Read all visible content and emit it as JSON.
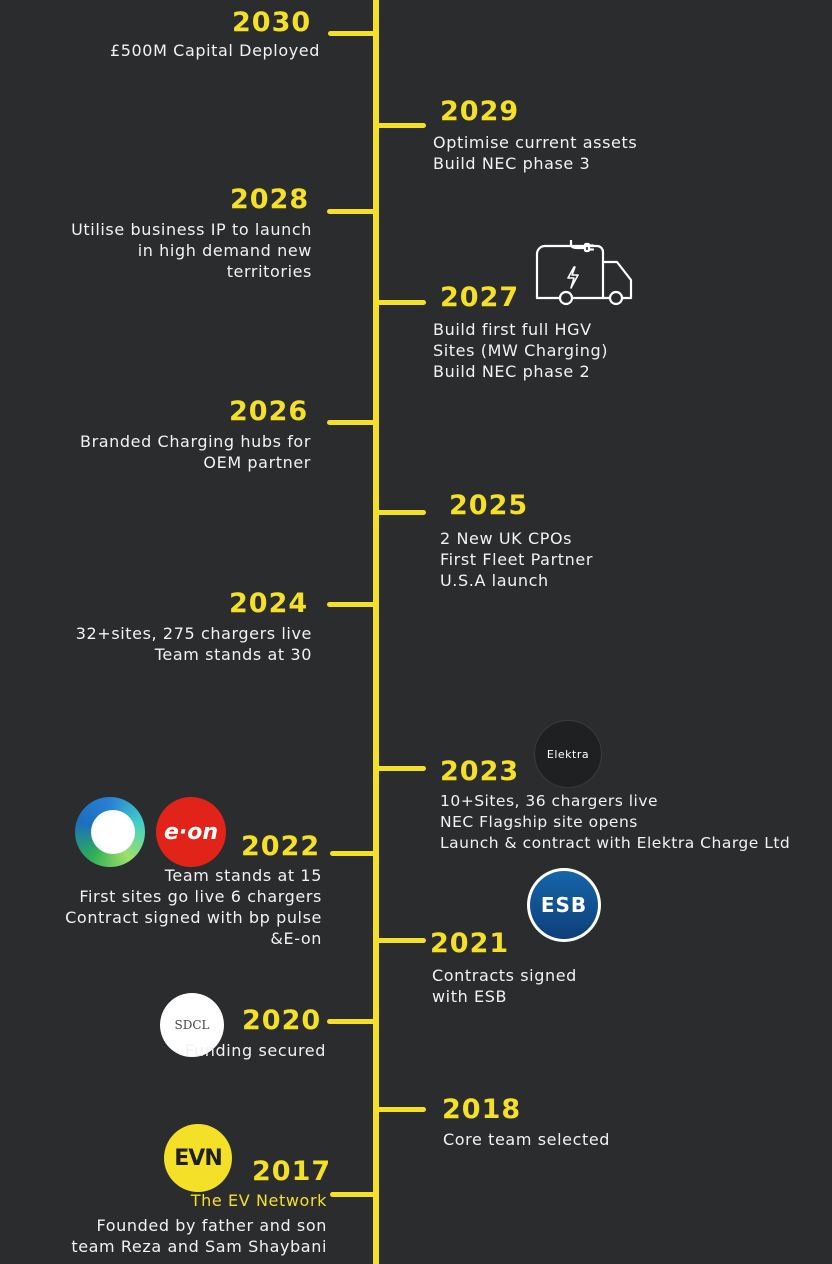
{
  "colors": {
    "accent": "#f5e028",
    "background": "#2b2c2e",
    "text": "#f2f2f2"
  },
  "milestones": {
    "y2030": {
      "year": "2030",
      "lines": [
        "£500M Capital Deployed"
      ]
    },
    "y2029": {
      "year": "2029",
      "lines": [
        "Optimise current assets",
        "Build NEC phase 3"
      ]
    },
    "y2028": {
      "year": "2028",
      "lines": [
        "Utilise business IP to launch",
        "in high demand new",
        "territories"
      ]
    },
    "y2027": {
      "year": "2027",
      "lines": [
        "Build first full HGV",
        "Sites (MW Charging)",
        "Build NEC phase 2"
      ],
      "icon": "electric-truck-icon"
    },
    "y2026": {
      "year": "2026",
      "lines": [
        "Branded Charging hubs for",
        "OEM partner"
      ]
    },
    "y2025": {
      "year": "2025",
      "lines": [
        "2 New UK CPOs",
        "First Fleet Partner",
        "U.S.A launch"
      ]
    },
    "y2024": {
      "year": "2024",
      "lines": [
        "32+sites, 275 chargers live",
        "Team stands at 30"
      ]
    },
    "y2023": {
      "year": "2023",
      "lines": [
        "10+Sites, 36 chargers live",
        "NEC Flagship site opens",
        "Launch & contract with Elektra Charge Ltd"
      ],
      "logo_text": "Elektra"
    },
    "y2022": {
      "year": "2022",
      "lines": [
        "Team stands at 15",
        "First sites go live 6 chargers",
        "Contract signed with bp pulse",
        "&E-on"
      ],
      "logo_text": "e·on"
    },
    "y2021": {
      "year": "2021",
      "lines": [
        "Contracts signed",
        "with ESB"
      ],
      "logo_text": "ESB"
    },
    "y2020": {
      "year": "2020",
      "lines": [
        "Funding secured"
      ],
      "logo_text": "SDCL"
    },
    "y2018": {
      "year": "2018",
      "lines": [
        "Core team selected"
      ]
    },
    "y2017": {
      "year": "2017",
      "tagline": "The EV Network",
      "lines": [
        "Founded by father and son",
        "team Reza and Sam Shaybani"
      ],
      "logo_text": "EVN"
    }
  }
}
